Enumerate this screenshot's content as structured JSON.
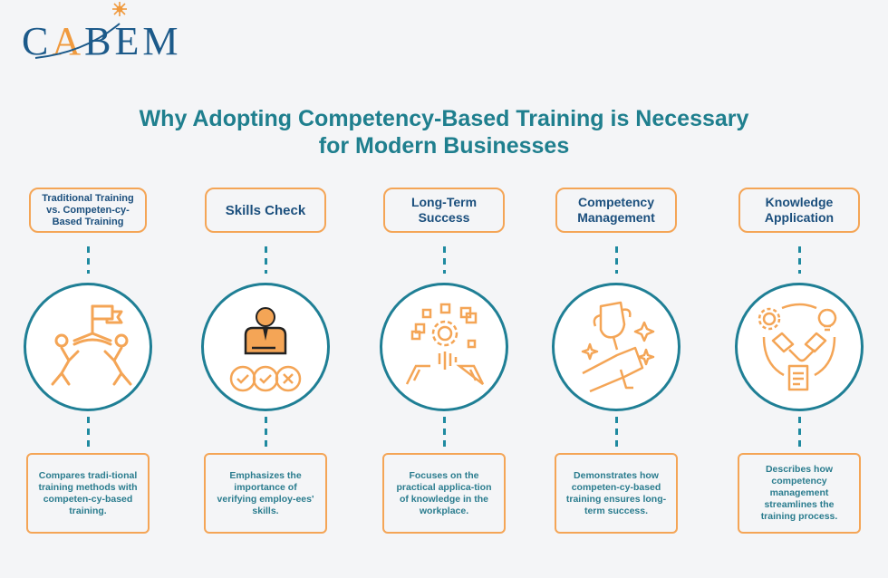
{
  "brand": {
    "logo_text_parts": [
      "C",
      "A",
      "BEM"
    ],
    "primary_color": "#1c5a8a",
    "accent_color": "#f09a3e"
  },
  "title": {
    "line1": "Why Adopting Competency-Based Training is Necessary",
    "line2": "for Modern Businesses",
    "color": "#1f7f8e"
  },
  "colors": {
    "box_border": "#f4a556",
    "circle_border": "#1f7f95",
    "heading_text": "#1b4f7d",
    "body_text": "#2a7c8e",
    "icon_orange": "#f4a556"
  },
  "steps": [
    {
      "heading": "Traditional Training vs. Competen-cy-Based Training",
      "icon": "tug-of-war-flag-icon",
      "description": "Compares tradi-tional training methods with competen-cy-based training."
    },
    {
      "heading": "Skills Check",
      "icon": "employee-checklist-icon",
      "description": "Emphasizes the importance of verifying employ-ees' skills."
    },
    {
      "heading": "Long-Term Success",
      "icon": "gear-platform-icon",
      "description": "Focuses on the practical applica-tion of knowledge in the workplace."
    },
    {
      "heading": "Competency Management",
      "icon": "trophy-hand-icon",
      "description": "Demonstrates how competen-cy-based training ensures long-term success."
    },
    {
      "heading": "Knowledge Application",
      "icon": "handshake-idea-icon",
      "description": "Describes how competency management streamlines the training process."
    }
  ]
}
